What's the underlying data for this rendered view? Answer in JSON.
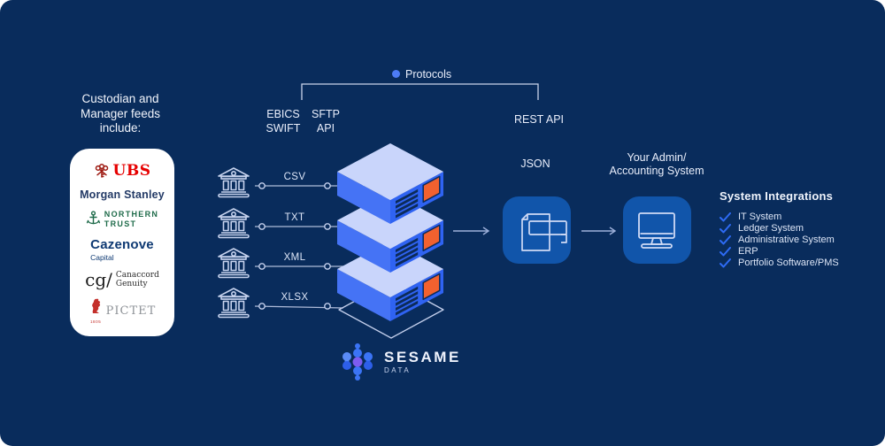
{
  "intro": {
    "lines": [
      "Custodian and",
      "Manager feeds",
      "include:"
    ]
  },
  "protocols": {
    "label": "Protocols",
    "col1": [
      "EBICS",
      "SWIFT"
    ],
    "col2": [
      "SFTP",
      "API"
    ],
    "rest": "REST API"
  },
  "feeds": {
    "formats": [
      "CSV",
      "TXT",
      "XML",
      "XLSX"
    ]
  },
  "flow": {
    "json_label": "JSON",
    "admin_lines": [
      "Your Admin/",
      "Accounting System"
    ]
  },
  "integrations": {
    "title": "System Integrations",
    "items": [
      "IT System",
      "Ledger System",
      "Administrative System",
      "ERP",
      "Portfolio Software/PMS"
    ]
  },
  "logos": {
    "ubs": {
      "text": "UBS"
    },
    "morgan_stanley": {
      "text": "Morgan Stanley"
    },
    "northern_trust": {
      "line1": "NORTHERN",
      "line2": "TRUST"
    },
    "cazenove": {
      "line1": "Cazenove",
      "line2": "Capital"
    },
    "canaccord": {
      "prefix": "cg/",
      "line1": "Canaccord",
      "line2": "Genuity"
    },
    "pictet": {
      "text": "PICTET",
      "year": "1805"
    }
  },
  "brand": {
    "name": "SESAME",
    "sub": "DATA"
  },
  "colors": {
    "background": "#092c5c",
    "bright_blue": "#2f6bf4",
    "periwinkle": "#c9d5fb",
    "orange": "#f2612f",
    "box_blue": "#1155aa",
    "check_blue": "#2e6bf5",
    "line": "#b9c6e6",
    "ubs_red": "#e60000",
    "northern_trust_green": "#1f6b4a",
    "pictet_red": "#c4302b",
    "sesame_purple": "#7d5cf0"
  }
}
